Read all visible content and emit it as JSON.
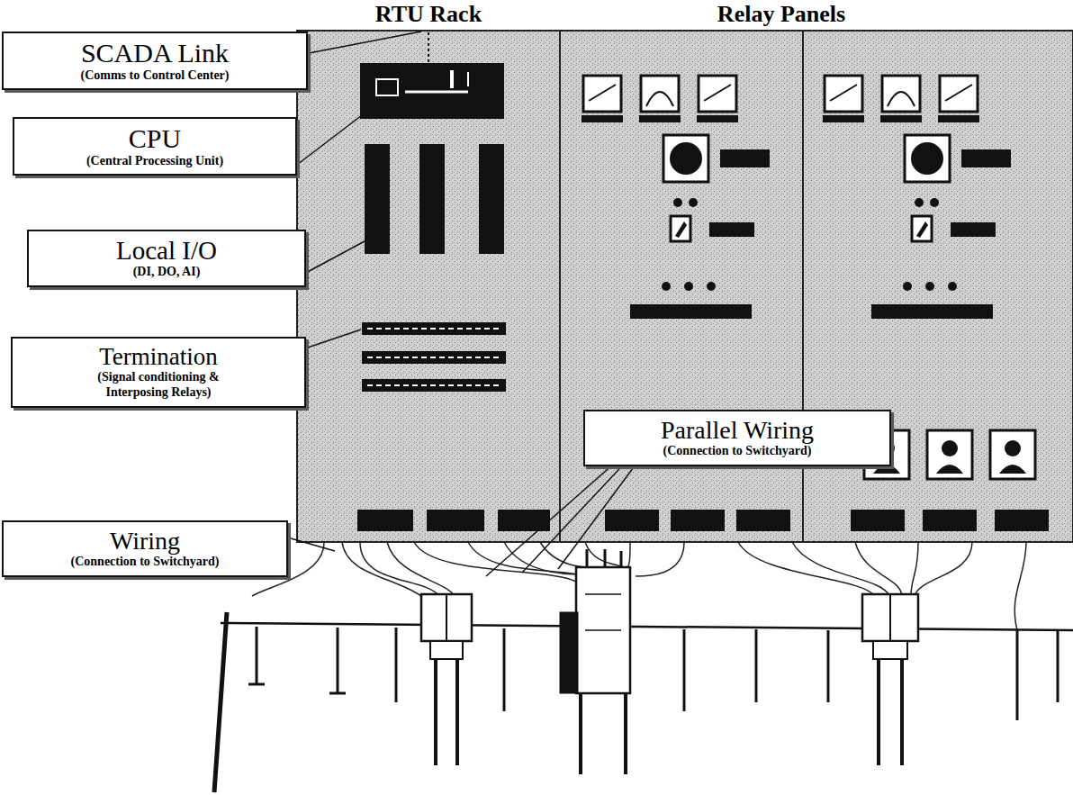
{
  "diagram": {
    "nodes": [
      {
        "text": [
          "SCADA Link",
          "(Comms to Control Center)"
        ]
      },
      {
        "text": [
          "CPU",
          "(Central Processing Unit)"
        ]
      },
      {
        "text": [
          "Local I/O",
          "(DI, DO, AI)"
        ]
      },
      {
        "text": [
          "Termination",
          "(Signal conditioning & Interposing Relays)"
        ]
      },
      {
        "text": [
          "Parallel Wiring",
          "(Connection to Switchyard)"
        ]
      },
      {
        "text": [
          "Wiring",
          "(Connection to Switchyard)"
        ]
      }
    ],
    "labels": [
      "RTU Rack",
      "Relay Panels"
    ]
  }
}
